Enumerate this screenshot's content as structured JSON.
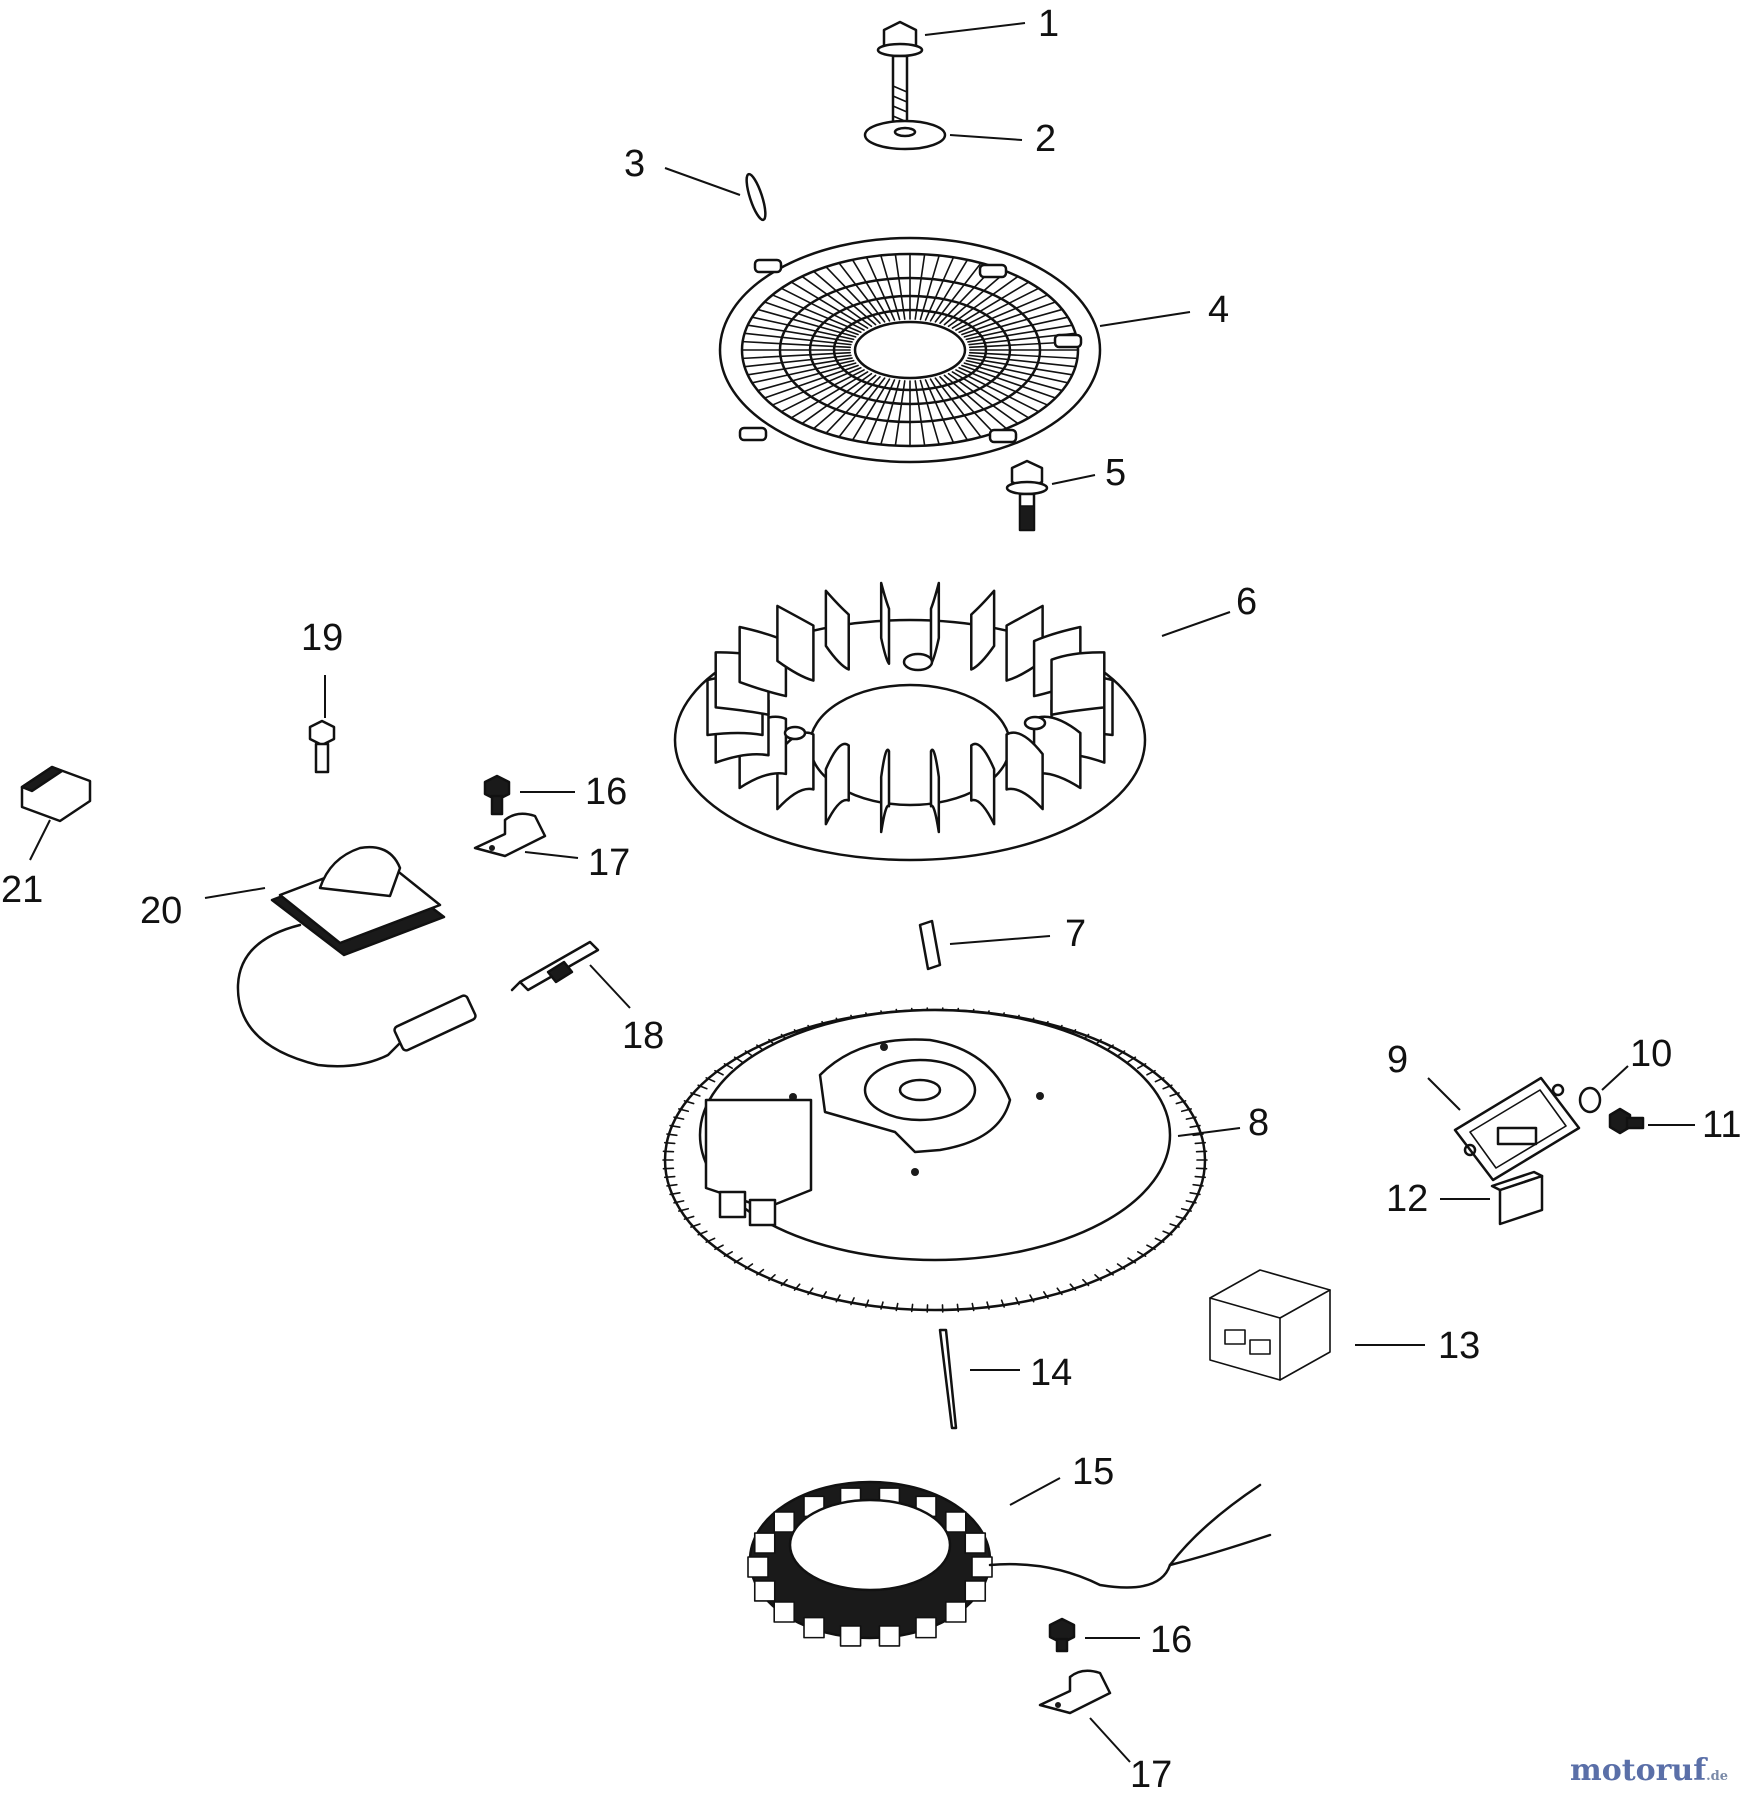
{
  "callouts": {
    "c1": "1",
    "c2": "2",
    "c3": "3",
    "c4": "4",
    "c5": "5",
    "c6": "6",
    "c7": "7",
    "c8": "8",
    "c9": "9",
    "c10": "10",
    "c11": "11",
    "c12": "12",
    "c13": "13",
    "c14": "14",
    "c15": "15",
    "c16a": "16",
    "c16b": "16",
    "c17a": "17",
    "c17b": "17",
    "c18": "18",
    "c19": "19",
    "c20": "20",
    "c21": "21"
  },
  "watermark": {
    "main": "motoruf",
    "suffix": ".de"
  }
}
